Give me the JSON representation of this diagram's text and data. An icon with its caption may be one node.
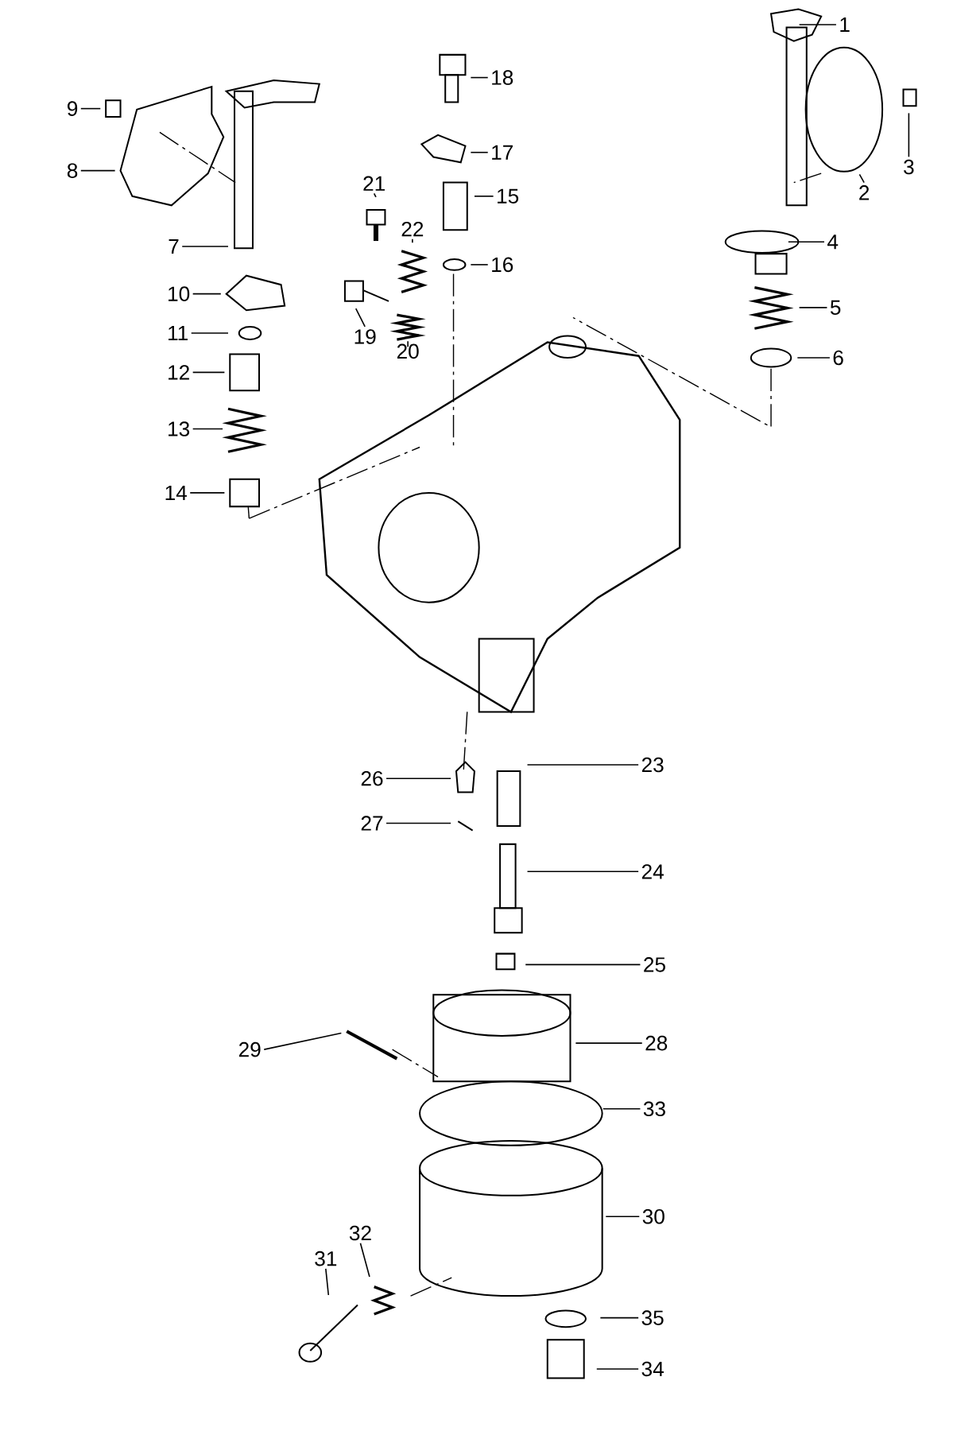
{
  "diagram": {
    "nodes": [
      {
        "text": [
          "1"
        ]
      },
      {
        "text": [
          "2"
        ]
      },
      {
        "text": [
          "3"
        ]
      },
      {
        "text": [
          "4"
        ]
      },
      {
        "text": [
          "5"
        ]
      },
      {
        "text": [
          "6"
        ]
      },
      {
        "text": [
          "7"
        ]
      },
      {
        "text": [
          "8"
        ]
      },
      {
        "text": [
          "9"
        ]
      },
      {
        "text": [
          "10"
        ]
      },
      {
        "text": [
          "11"
        ]
      },
      {
        "text": [
          "12"
        ]
      },
      {
        "text": [
          "13"
        ]
      },
      {
        "text": [
          "14"
        ]
      },
      {
        "text": [
          "15"
        ]
      },
      {
        "text": [
          "16"
        ]
      },
      {
        "text": [
          "17"
        ]
      },
      {
        "text": [
          "18"
        ]
      },
      {
        "text": [
          "19"
        ]
      },
      {
        "text": [
          "20"
        ]
      },
      {
        "text": [
          "21"
        ]
      },
      {
        "text": [
          "22"
        ]
      },
      {
        "text": [
          "23"
        ]
      },
      {
        "text": [
          "24"
        ]
      },
      {
        "text": [
          "25"
        ]
      },
      {
        "text": [
          "26"
        ]
      },
      {
        "text": [
          "27"
        ]
      },
      {
        "text": [
          "28"
        ]
      },
      {
        "text": [
          "29"
        ]
      },
      {
        "text": [
          "30"
        ]
      },
      {
        "text": [
          "31"
        ]
      },
      {
        "text": [
          "32"
        ]
      },
      {
        "text": [
          "33"
        ]
      },
      {
        "text": [
          "34"
        ]
      },
      {
        "text": [
          "35"
        ]
      }
    ],
    "edges": [
      {
        "from": 0,
        "to": null,
        "arrow": "none"
      },
      {
        "from": 1,
        "to": null,
        "arrow": "none"
      },
      {
        "from": 2,
        "to": null,
        "arrow": "none"
      },
      {
        "from": 3,
        "to": null,
        "arrow": "none"
      },
      {
        "from": 4,
        "to": null,
        "arrow": "none"
      },
      {
        "from": 5,
        "to": null,
        "arrow": "none"
      },
      {
        "from": 6,
        "to": null,
        "arrow": "none"
      },
      {
        "from": 7,
        "to": null,
        "arrow": "none"
      },
      {
        "from": 8,
        "to": null,
        "arrow": "none"
      },
      {
        "from": 9,
        "to": null,
        "arrow": "none"
      },
      {
        "from": 10,
        "to": null,
        "arrow": "none"
      },
      {
        "from": 11,
        "to": null,
        "arrow": "none"
      },
      {
        "from": 12,
        "to": null,
        "arrow": "none"
      },
      {
        "from": 13,
        "to": null,
        "arrow": "none"
      },
      {
        "from": 14,
        "to": null,
        "arrow": "none"
      },
      {
        "from": 15,
        "to": null,
        "arrow": "none"
      },
      {
        "from": 16,
        "to": null,
        "arrow": "none"
      },
      {
        "from": 17,
        "to": null,
        "arrow": "none"
      },
      {
        "from": 18,
        "to": null,
        "arrow": "none"
      },
      {
        "from": 19,
        "to": null,
        "arrow": "none"
      },
      {
        "from": 20,
        "to": null,
        "arrow": "none"
      },
      {
        "from": 21,
        "to": null,
        "arrow": "none"
      },
      {
        "from": 22,
        "to": null,
        "arrow": "none"
      },
      {
        "from": 23,
        "to": null,
        "arrow": "none"
      },
      {
        "from": 24,
        "to": null,
        "arrow": "none"
      },
      {
        "from": 25,
        "to": null,
        "arrow": "none"
      },
      {
        "from": 26,
        "to": null,
        "arrow": "none"
      },
      {
        "from": 27,
        "to": null,
        "arrow": "none"
      },
      {
        "from": 28,
        "to": null,
        "arrow": "none"
      },
      {
        "from": 29,
        "to": null,
        "arrow": "none"
      },
      {
        "from": 30,
        "to": null,
        "arrow": "none"
      },
      {
        "from": 31,
        "to": null,
        "arrow": "none"
      },
      {
        "from": 32,
        "to": null,
        "arrow": "none"
      },
      {
        "from": 33,
        "to": null,
        "arrow": "none"
      },
      {
        "from": 34,
        "to": null,
        "arrow": "none"
      }
    ]
  }
}
